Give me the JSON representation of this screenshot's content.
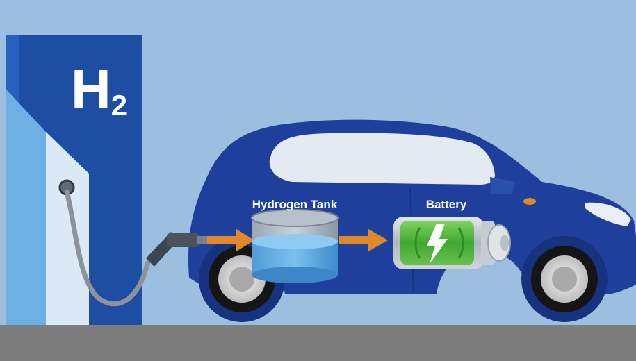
{
  "station": {
    "label_main": "H",
    "label_sub": "2"
  },
  "labels": {
    "tank": "Hydrogen Tank",
    "battery": "Battery"
  },
  "colors": {
    "sky": "#9dbfdf",
    "station_blue": "#1e4ea3",
    "car_blue": "#1f3f9c",
    "ground": "#7d7d7d",
    "arrow": "#e0892a",
    "battery_green": "#4cb340",
    "tank_water": "#5aa3dd"
  },
  "icons": {
    "battery_symbol": "lightning-bolt-icon"
  }
}
